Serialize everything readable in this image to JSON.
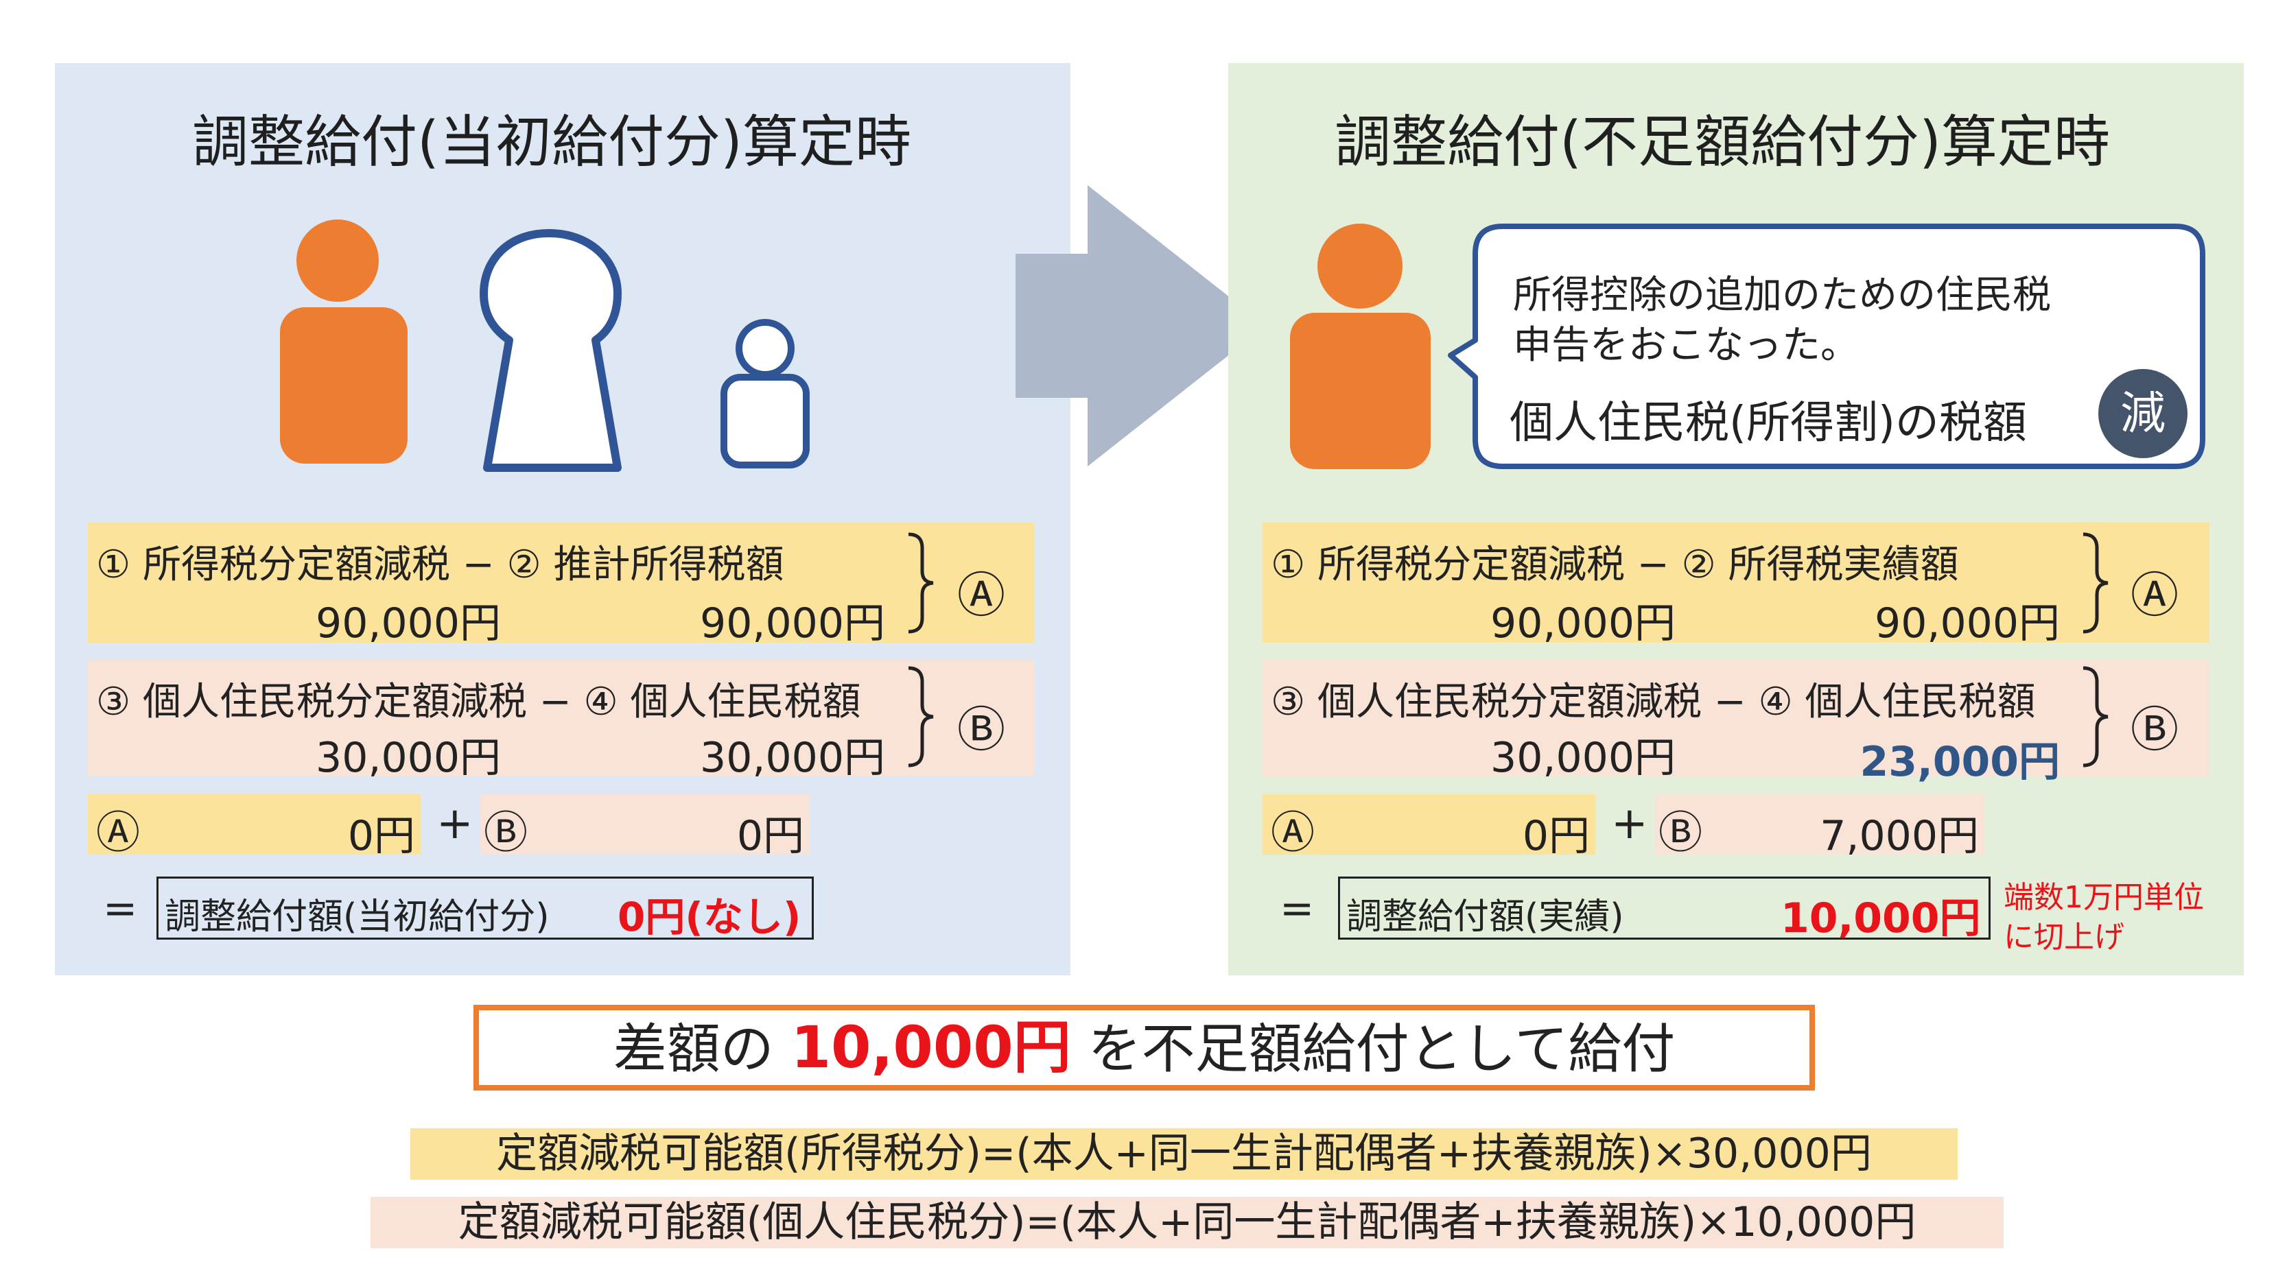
{
  "left": {
    "title": "調整給付(当初給付分)算定時",
    "row1": {
      "label": "① 所得税分定額減税 − ② 推計所得税額",
      "v1": "90,000円",
      "v2": "90,000円",
      "mark": "Ⓐ"
    },
    "row2": {
      "label": "③ 個人住民税分定額減税 − ④ 個人住民税額",
      "v1": "30,000円",
      "v2": "30,000円",
      "mark": "Ⓑ"
    },
    "sum": {
      "a_mark": "Ⓐ",
      "a_val": "0円",
      "plus": "+",
      "b_mark": "Ⓑ",
      "b_val": "0円"
    },
    "result": {
      "eq": "=",
      "label": "調整給付額(当初給付分)",
      "value": "0円(なし)"
    }
  },
  "right": {
    "title": "調整給付(不足額給付分)算定時",
    "bubble_line1": "所得控除の追加のための住民税",
    "bubble_line2": "申告をおこなった。",
    "bubble_line3": "個人住民税(所得割)の税額",
    "bubble_badge": "減",
    "row1": {
      "label": "① 所得税分定額減税 − ② 所得税実績額",
      "v1": "90,000円",
      "v2": "90,000円",
      "mark": "Ⓐ"
    },
    "row2": {
      "label": "③ 個人住民税分定額減税 − ④ 個人住民税額",
      "v1": "30,000円",
      "v2": "23,000円",
      "mark": "Ⓑ"
    },
    "sum": {
      "a_mark": "Ⓐ",
      "a_val": "0円",
      "plus": "+",
      "b_mark": "Ⓑ",
      "b_val": "7,000円"
    },
    "result": {
      "eq": "=",
      "label": "調整給付額(実績)",
      "value": "10,000円"
    },
    "note_line1": "端数1万円単位",
    "note_line2": "に切上げ"
  },
  "summary": {
    "prefix": "差額の ",
    "amount": "10,000円",
    "suffix": " を不足額給付として給付"
  },
  "formula1": "定額減税可能額(所得税分)=(本人+同一生計配偶者+扶養親族)×30,000円",
  "formula2": "定額減税可能額(個人住民税分)=(本人+同一生計配偶者+扶養親族)×10,000円",
  "colors": {
    "orange": "#ed7d31",
    "navy": "#2f5597",
    "arrow": "#adb9ca",
    "yellow": "#fce39b",
    "pink": "#f9e2d6",
    "red": "#e8141a",
    "badge": "#44546a"
  }
}
